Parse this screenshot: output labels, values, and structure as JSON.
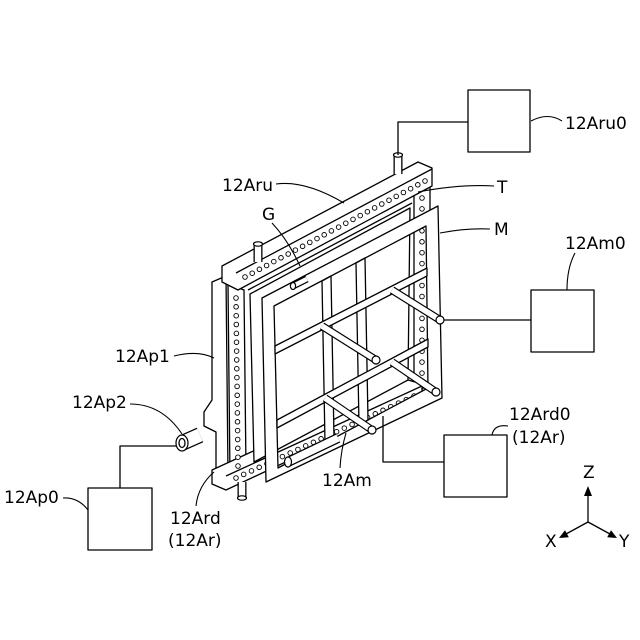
{
  "labels": {
    "ref_12Aru0": "12Aru0",
    "ref_12Aru": "12Aru",
    "ref_T": "T",
    "ref_G": "G",
    "ref_M": "M",
    "ref_12Am0": "12Am0",
    "ref_12Ap1": "12Ap1",
    "ref_12Ap2": "12Ap2",
    "ref_12Ard0": "12Ard0",
    "ref_12Ard0_alias": "(12Ar)",
    "ref_12Ap0": "12Ap0",
    "ref_12Am": "12Am",
    "ref_12Ard": "12Ard",
    "ref_12Ard_alias": "(12Ar)"
  },
  "axes": {
    "z": "Z",
    "x": "X",
    "y": "Y"
  },
  "colors": {
    "ink": "#000000",
    "paper": "#ffffff"
  }
}
